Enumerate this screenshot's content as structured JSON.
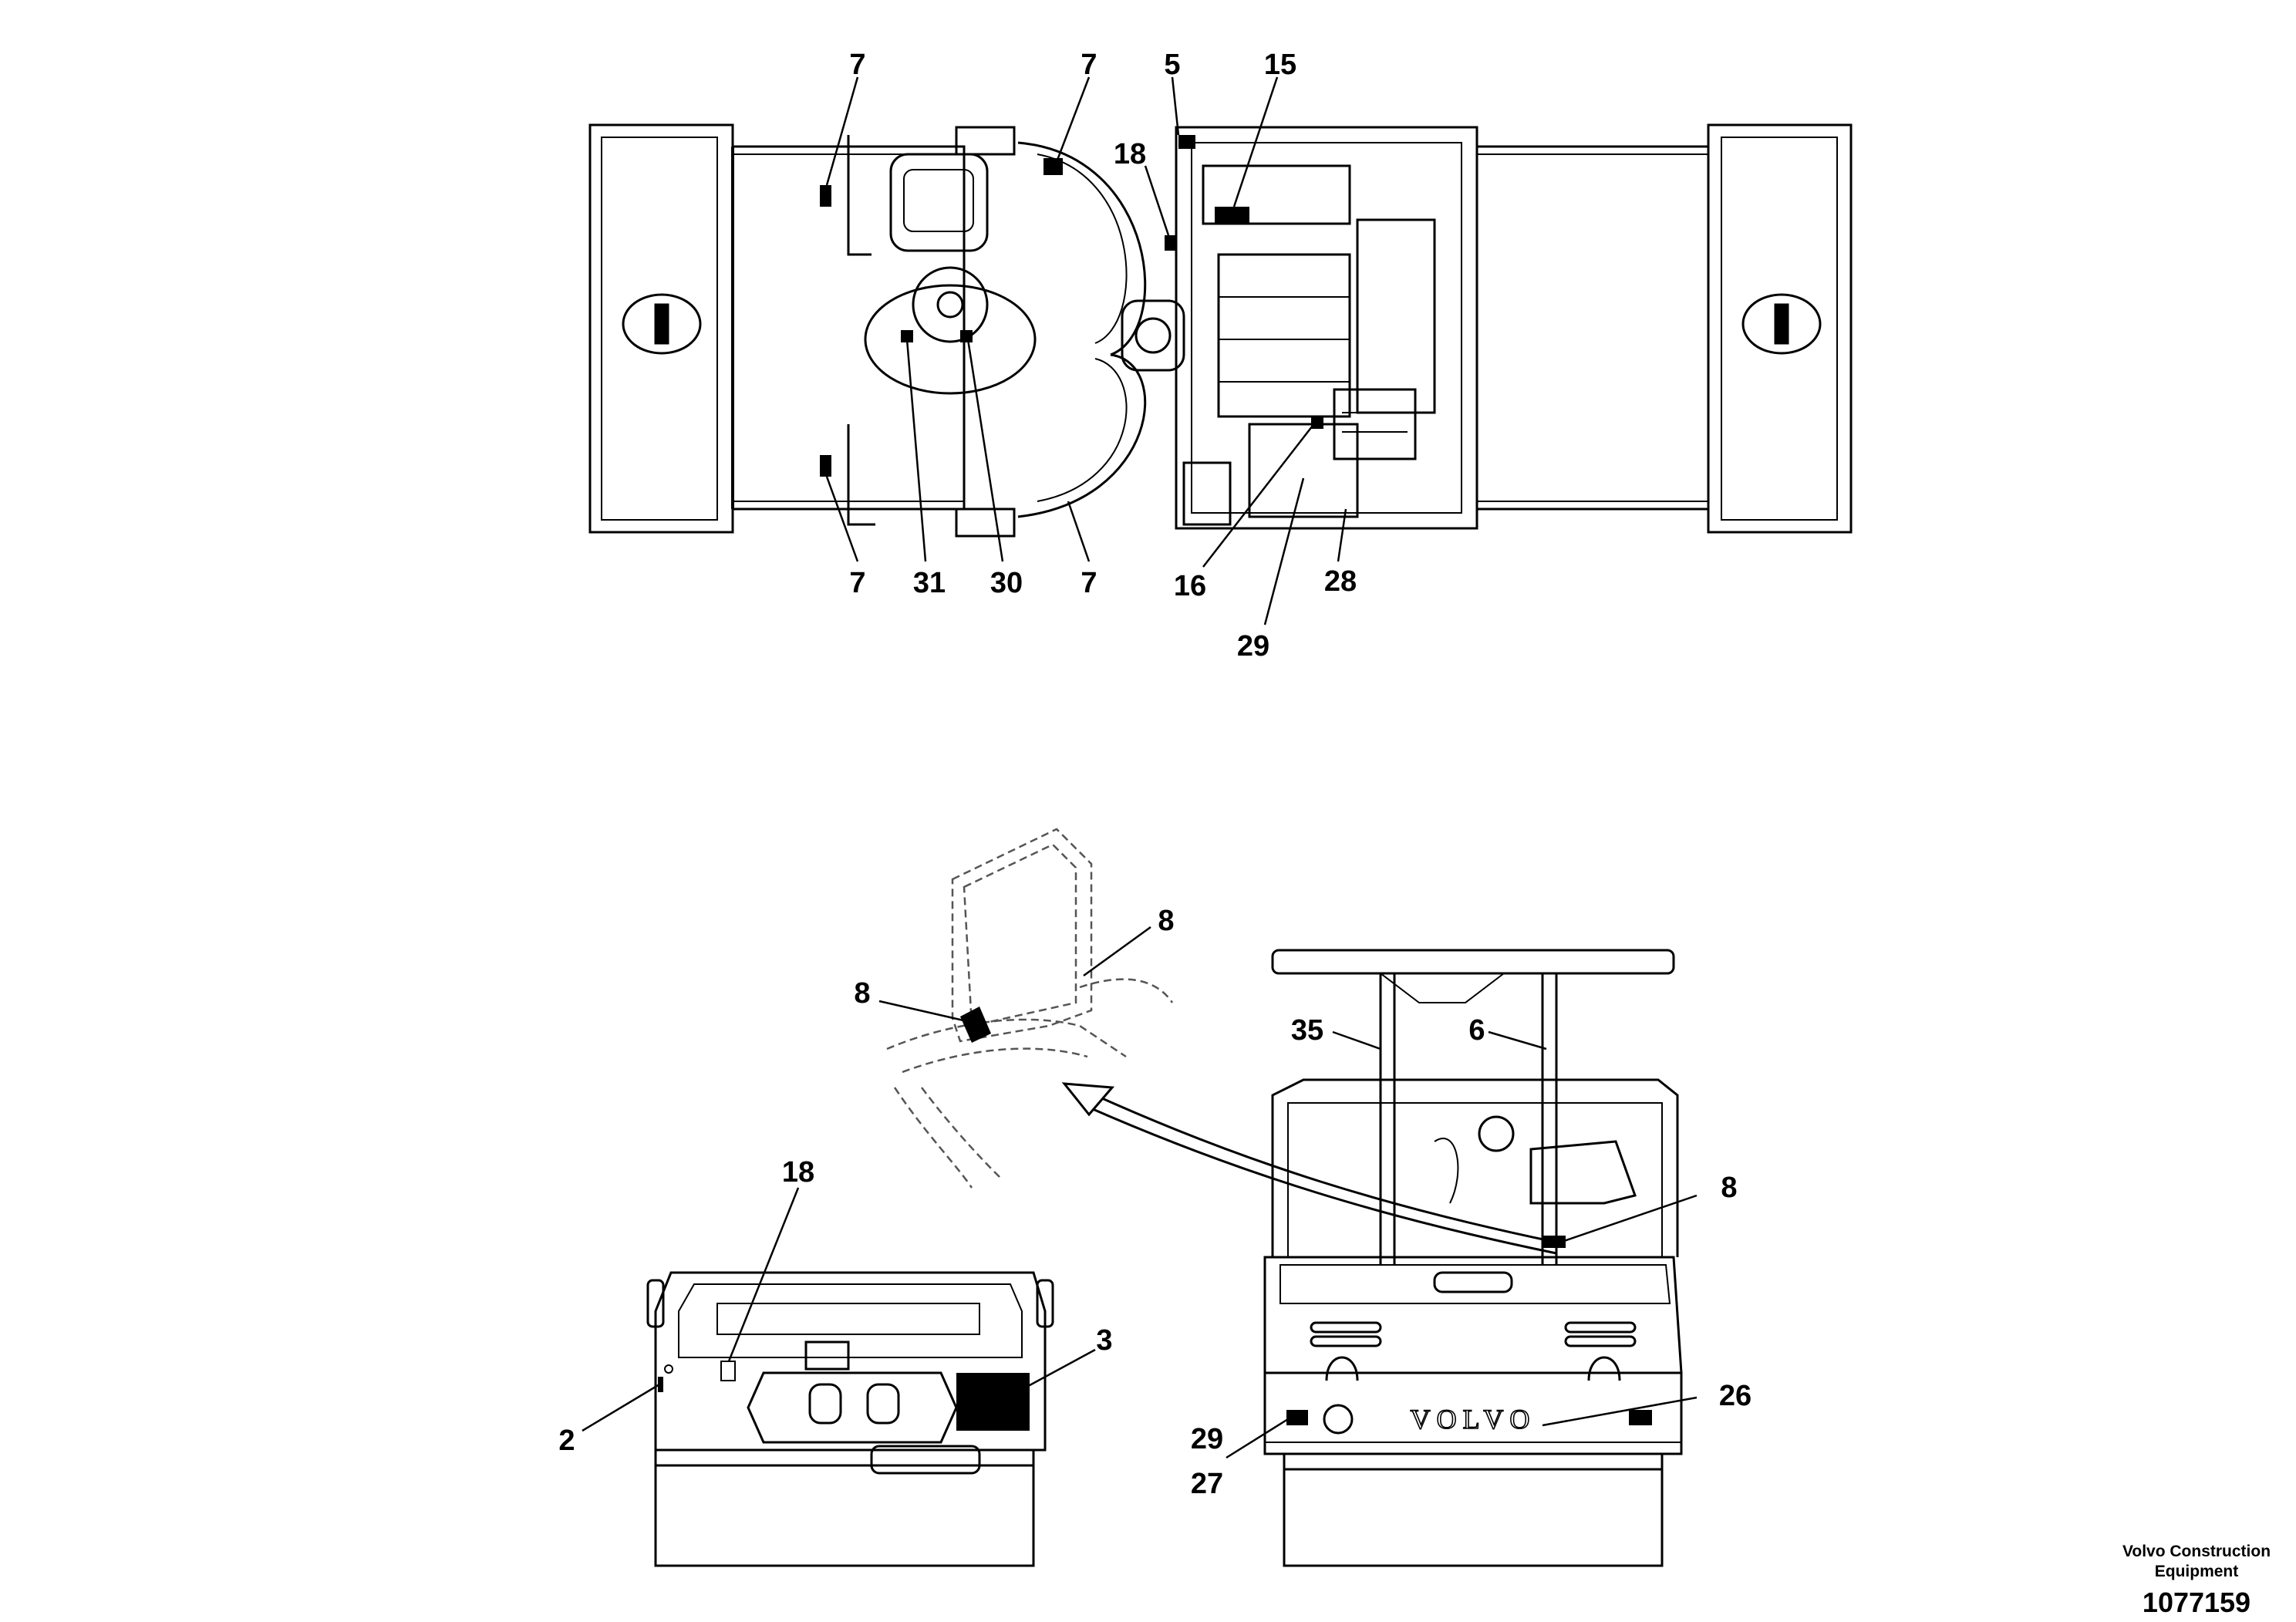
{
  "top_view": {
    "labels": {
      "l7_top_left": "7",
      "l7_top_right": "7",
      "l5": "5",
      "l15": "15",
      "l18": "18",
      "l7_bottom_left": "7",
      "l31": "31",
      "l30": "30",
      "l7_bottom_right": "7",
      "l16": "16",
      "l28": "28",
      "l29": "29"
    }
  },
  "rops_view": {
    "labels": {
      "l8_left": "8",
      "l8_right": "8"
    }
  },
  "front_view": {
    "labels": {
      "l18": "18",
      "l3": "3",
      "l2": "2"
    }
  },
  "rear_view": {
    "labels": {
      "l35": "35",
      "l6": "6",
      "l8": "8",
      "l26": "26",
      "l29": "29",
      "l27": "27"
    },
    "brand_text": "VOLVO"
  },
  "footer": {
    "company_line1": "Volvo Construction",
    "company_line2": "Equipment",
    "part_number": "1077159"
  }
}
